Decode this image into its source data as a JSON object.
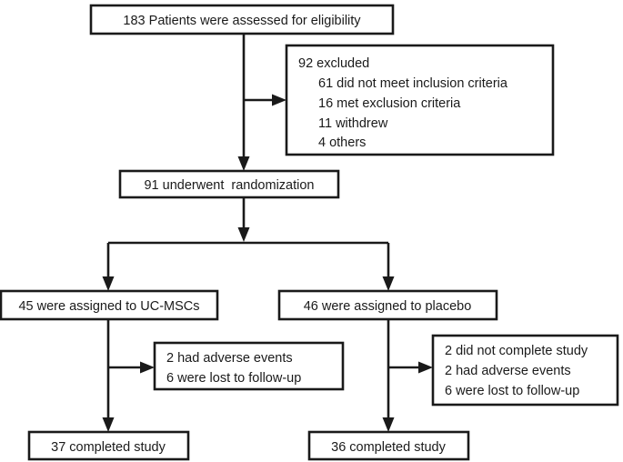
{
  "diagram": {
    "type": "consort-flow-diagram",
    "colors": {
      "stroke": "#1a1a1a",
      "fill": "#ffffff",
      "text": "#1a1a1a"
    },
    "nodes": {
      "enrollment": {
        "text": "183 Patients were assessed for eligibility"
      },
      "excluded": {
        "heading": "92 excluded",
        "reasons": [
          "61 did not meet inclusion criteria",
          "16 met exclusion criteria",
          "11 withdrew",
          "4 others"
        ]
      },
      "randomization": {
        "text": "91 underwent  randomization"
      },
      "allocation_left": {
        "text": "45 were assigned to UC-MSCs"
      },
      "allocation_right": {
        "text": "46 were assigned to placebo"
      },
      "attrition_left": {
        "lines": [
          "2 had adverse events",
          "6 were lost to follow-up"
        ]
      },
      "attrition_right": {
        "lines": [
          "2 did not complete study",
          "2 had adverse events",
          "6 were lost to follow-up"
        ]
      },
      "completed_left": {
        "text": "37 completed study"
      },
      "completed_right": {
        "text": "36 completed study"
      }
    },
    "counts": {
      "assessed": 183,
      "excluded_total": 92,
      "excluded_no_inclusion": 61,
      "excluded_met_exclusion": 16,
      "excluded_withdrew": 11,
      "excluded_others": 4,
      "randomized": 91,
      "assigned_ucmsc": 45,
      "assigned_placebo": 46,
      "ucmsc_adverse_events": 2,
      "ucmsc_lost_followup": 6,
      "placebo_not_completed": 2,
      "placebo_adverse_events": 2,
      "placebo_lost_followup": 6,
      "completed_ucmsc": 37,
      "completed_placebo": 36
    }
  }
}
